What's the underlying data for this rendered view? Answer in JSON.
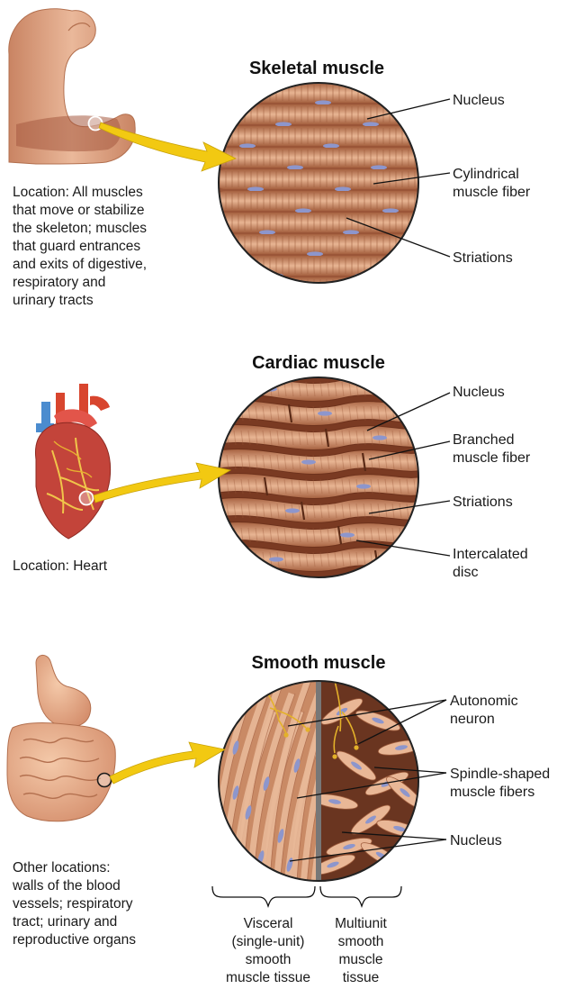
{
  "sections": {
    "skeletal": {
      "title": "Skeletal muscle",
      "location_lines": [
        "Location: All muscles",
        "that move or stabilize",
        "the skeleton; muscles",
        "that guard entrances",
        "and exits of digestive,",
        "respiratory and",
        "urinary tracts"
      ],
      "labels": {
        "nucleus": "Nucleus",
        "fiber": [
          "Cylindrical",
          "muscle fiber"
        ],
        "striations": "Striations"
      }
    },
    "cardiac": {
      "title": "Cardiac muscle",
      "location_lines": [
        "Location: Heart"
      ],
      "labels": {
        "nucleus": "Nucleus",
        "fiber": [
          "Branched",
          "muscle fiber"
        ],
        "striations": "Striations",
        "disc": [
          "Intercalated",
          "disc"
        ]
      }
    },
    "smooth": {
      "title": "Smooth muscle",
      "location_lines": [
        "Other locations:",
        "walls of the blood",
        "vessels; respiratory",
        "tract; urinary and",
        "reproductive organs"
      ],
      "labels": {
        "neuron": [
          "Autonomic",
          "neuron"
        ],
        "fibers": [
          "Spindle-shaped",
          "muscle fibers"
        ],
        "nucleus": "Nucleus"
      },
      "captions": {
        "visceral": [
          "Visceral",
          "(single-unit)",
          "smooth",
          "muscle tissue"
        ],
        "multiunit": [
          "Multiunit",
          "smooth",
          "muscle",
          "tissue"
        ]
      }
    }
  },
  "colors": {
    "arrow": "#f2c912",
    "tissue_base": "#b8714d",
    "tissue_light": "#e6b08e",
    "nucleus": "#8d96cc",
    "skin": "#e2a381",
    "heart_red": "#d8452e",
    "heart_blue": "#4b8ccf"
  },
  "icons": [
    "flexed-arm-icon",
    "heart-icon",
    "digestive-tract-icon"
  ]
}
